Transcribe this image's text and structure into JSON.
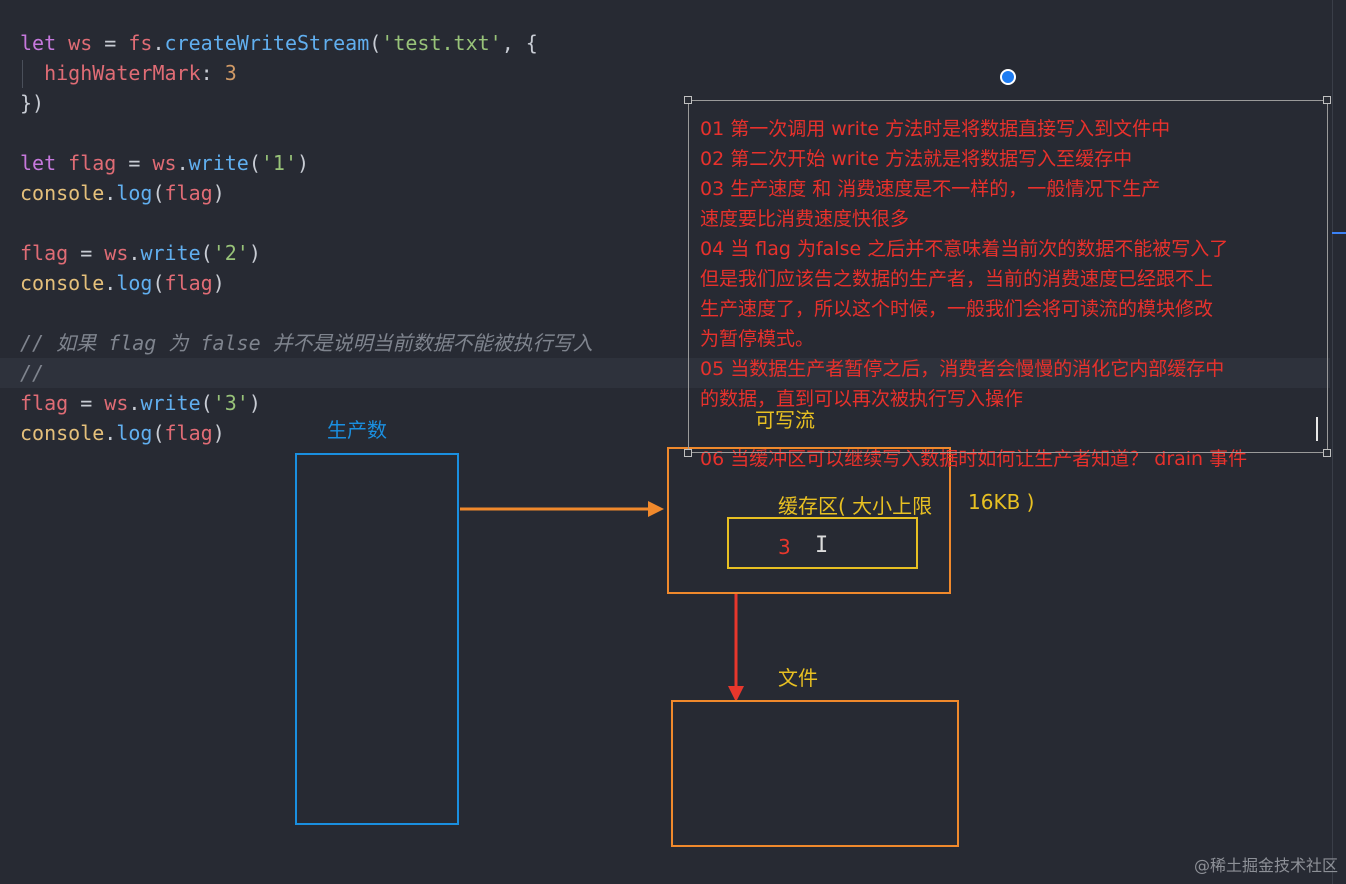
{
  "code_lines": [
    {
      "tokens": [
        {
          "t": "let",
          "c": "kw"
        },
        {
          "t": " "
        },
        {
          "t": "ws",
          "c": "var"
        },
        {
          "t": " = "
        },
        {
          "t": "fs",
          "c": "var"
        },
        {
          "t": "."
        },
        {
          "t": "createWriteStream",
          "c": "fn"
        },
        {
          "t": "("
        },
        {
          "t": "'test.txt'",
          "c": "str"
        },
        {
          "t": ", {"
        }
      ]
    },
    {
      "tokens": [
        {
          "t": "  highWaterMark",
          "c": "var"
        },
        {
          "t": ": "
        },
        {
          "t": "3",
          "c": "num"
        }
      ]
    },
    {
      "tokens": [
        {
          "t": "})"
        }
      ]
    },
    {
      "tokens": []
    },
    {
      "tokens": [
        {
          "t": "let",
          "c": "kw"
        },
        {
          "t": " "
        },
        {
          "t": "flag",
          "c": "var"
        },
        {
          "t": " = "
        },
        {
          "t": "ws",
          "c": "var"
        },
        {
          "t": "."
        },
        {
          "t": "write",
          "c": "fn"
        },
        {
          "t": "("
        },
        {
          "t": "'1'",
          "c": "str"
        },
        {
          "t": ")"
        }
      ]
    },
    {
      "tokens": [
        {
          "t": "console",
          "c": "obj"
        },
        {
          "t": "."
        },
        {
          "t": "log",
          "c": "fn"
        },
        {
          "t": "("
        },
        {
          "t": "flag",
          "c": "var"
        },
        {
          "t": ")"
        }
      ]
    },
    {
      "tokens": []
    },
    {
      "tokens": [
        {
          "t": "flag",
          "c": "var"
        },
        {
          "t": " = "
        },
        {
          "t": "ws",
          "c": "var"
        },
        {
          "t": "."
        },
        {
          "t": "write",
          "c": "fn"
        },
        {
          "t": "("
        },
        {
          "t": "'2'",
          "c": "str"
        },
        {
          "t": ")"
        }
      ]
    },
    {
      "tokens": [
        {
          "t": "console",
          "c": "obj"
        },
        {
          "t": "."
        },
        {
          "t": "log",
          "c": "fn"
        },
        {
          "t": "("
        },
        {
          "t": "flag",
          "c": "var"
        },
        {
          "t": ")"
        }
      ]
    },
    {
      "tokens": []
    },
    {
      "tokens": [
        {
          "t": "// 如果 flag 为 false 并不是说明当前数据不能被执行写入",
          "c": "cmt"
        }
      ]
    },
    {
      "tokens": [
        {
          "t": "//",
          "c": "cmt"
        }
      ]
    },
    {
      "tokens": [
        {
          "t": "flag",
          "c": "var"
        },
        {
          "t": " = "
        },
        {
          "t": "ws",
          "c": "var"
        },
        {
          "t": "."
        },
        {
          "t": "write",
          "c": "fn"
        },
        {
          "t": "("
        },
        {
          "t": "'3'",
          "c": "str"
        },
        {
          "t": ")"
        }
      ]
    },
    {
      "tokens": [
        {
          "t": "console",
          "c": "obj"
        },
        {
          "t": "."
        },
        {
          "t": "log",
          "c": "fn"
        },
        {
          "t": "("
        },
        {
          "t": "flag",
          "c": "var"
        },
        {
          "t": ")"
        }
      ]
    }
  ],
  "diagram": {
    "producer_label": "生产数",
    "writable_label": "可写流",
    "buffer_label": "缓存区( 大小上限",
    "buffer_size": "16KB )",
    "buffer_value": "3",
    "file_label": "文件"
  },
  "notes": [
    "01 第一次调用 write 方法时是将数据直接写入到文件中",
    "02 第二次开始 write 方法就是将数据写入至缓存中",
    "03 生产速度 和 消费速度是不一样的，一般情况下生产",
    "速度要比消费速度快很多",
    "04 当 flag 为false 之后并不意味着当前次的数据不能被写入了",
    "但是我们应该告之数据的生产者，当前的消费速度已经跟不上",
    "生产速度了，所以这个时候，一般我们会将可读流的模块修改",
    "为暂停模式。",
    "05 当数据生产者暂停之后，消费者会慢慢的消化它内部缓存中",
    "的数据，直到可以再次被执行写入操作",
    "",
    "06 当缓冲区可以继续写入数据时如何让生产者知道？ drain 事件"
  ],
  "watermark": "@稀土掘金技术社区",
  "colors": {
    "producer_box": "#1a8fe0",
    "writable_box": "#f0892c",
    "buffer_box": "#e8c022",
    "file_box": "#f0892c",
    "arrow_orange": "#f0892c",
    "arrow_red": "#e8372c",
    "note_text": "#e8312c"
  }
}
